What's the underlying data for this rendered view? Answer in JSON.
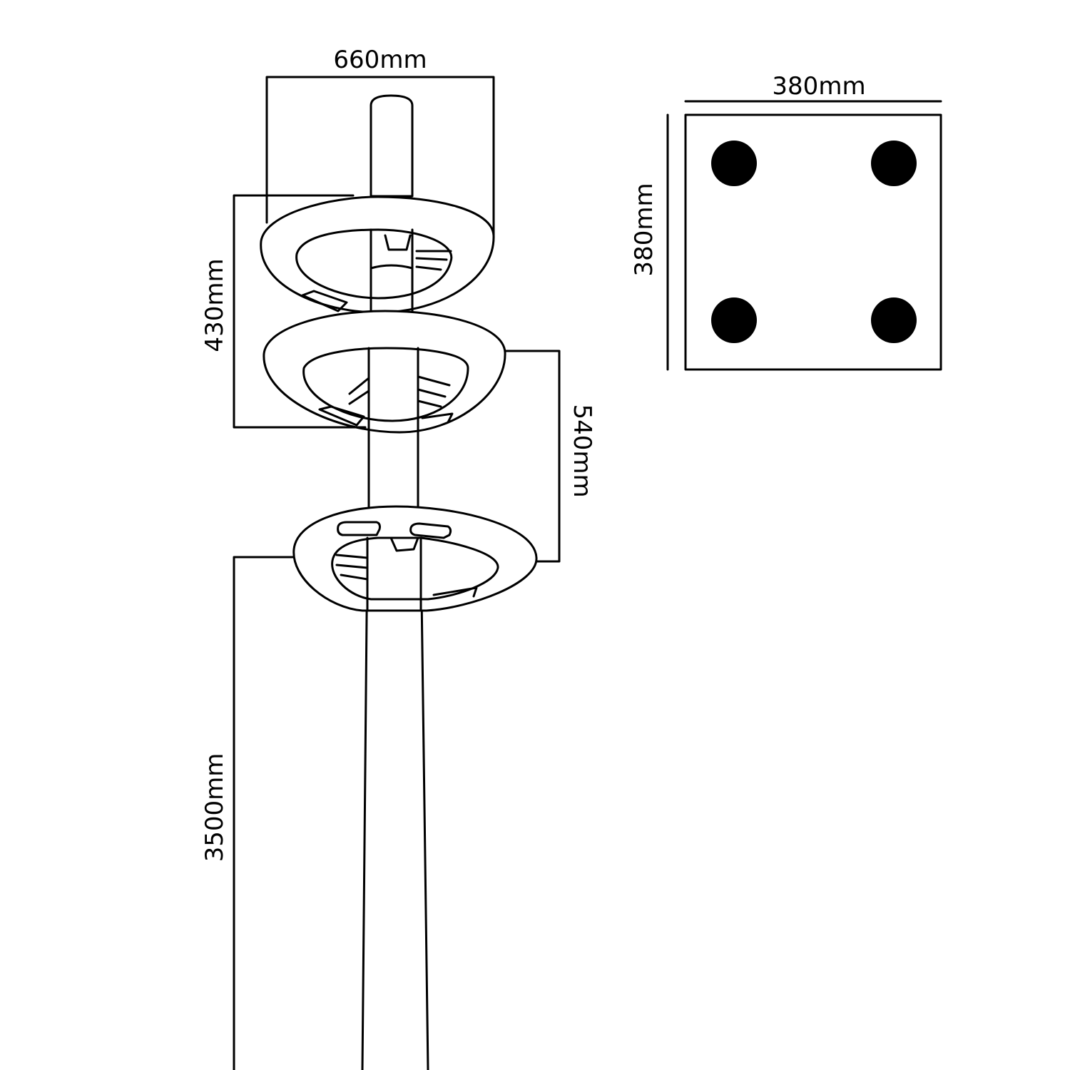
{
  "drawing": {
    "side_view": {
      "dimensions": {
        "ring_width": "660mm",
        "top_ring_spacing": "430mm",
        "lower_ring_spacing": "540mm",
        "pole_height": "3500mm"
      }
    },
    "base_plate": {
      "dimensions": {
        "width": "380mm",
        "height": "380mm"
      },
      "bolt_holes": 4
    }
  }
}
